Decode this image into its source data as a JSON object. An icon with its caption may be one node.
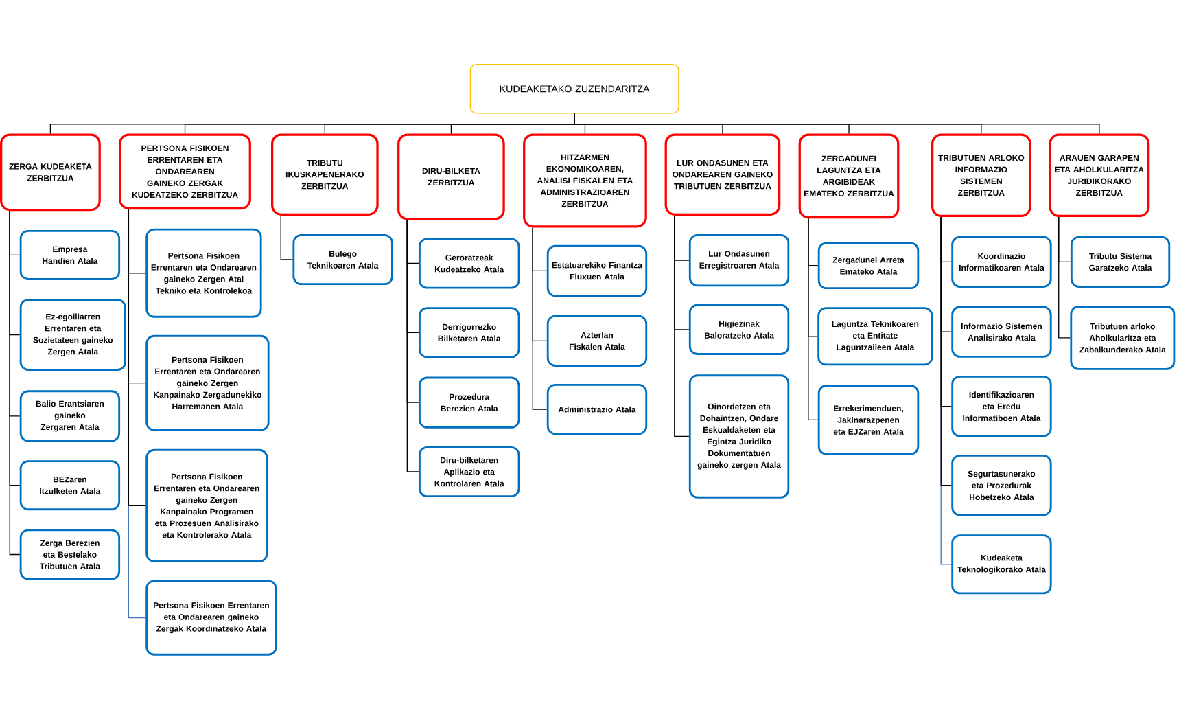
{
  "diagram": {
    "nodes": [
      {
        "text": [
          "KUDEAKETAKO ZUZENDARITZA"
        ]
      },
      {
        "text": [
          "ZERGA KUDEAKETA ZERBITZUA"
        ]
      },
      {
        "text": [
          "PERTSONA FISIKOEN ERRENTAREN ETA ONDAREAREN GAINEKO ZERGAK KUDEATZEKO ZERBITZUA"
        ]
      },
      {
        "text": [
          "TRIBUTU IKUSKAPENERAKO ZERBITZUA"
        ]
      },
      {
        "text": [
          "DIRU-BILKETA ZERBITZUA"
        ]
      },
      {
        "text": [
          "HITZARMEN EKONOMIKOAREN, ANALISI FISKALEN ETA ADMINISTRAZIOAREN ZERBITZUA"
        ]
      },
      {
        "text": [
          "LUR ONDASUNEN ETA ONDAREAREN GAINEKO TRIBUTUEN ZERBITZUA"
        ]
      },
      {
        "text": [
          "ZERGADUNEI LAGUNTZA ETA ARGIBIDEAK EMATEKO ZERBITZUA"
        ]
      },
      {
        "text": [
          "TRIBUTUEN ARLOKO INFORMAZIO SISTEMEN ZERBITZUA"
        ]
      },
      {
        "text": [
          "ARAUEN GARAPEN ETA AHOLKULARITZA JURIDIKORAKO ZERBITZUA"
        ]
      },
      {
        "text": [
          "Empresa Handien Atala"
        ]
      },
      {
        "text": [
          "Ez-egoiliarren Errentaren eta Sozietateen gaineko Zergen Atala"
        ]
      },
      {
        "text": [
          "Balio Erantsiaren gaineko Zergaren Atala"
        ]
      },
      {
        "text": [
          "BEZaren Itzulketen Atala"
        ]
      },
      {
        "text": [
          "Zerga Berezien eta Bestelako Tributuen Atala"
        ]
      },
      {
        "text": [
          "Pertsona Fisikoen Errentaren eta Ondarearen gaineko Zergen Atal Tekniko eta Kontrolekoa"
        ]
      },
      {
        "text": [
          "Pertsona Fisikoen Errentaren eta Ondarearen gaineko Zergen Kanpainako Zergadunekiko Harremanen Atala"
        ]
      },
      {
        "text": [
          "Pertsona Fisikoen Errentaren eta Ondarearen gaineko Zergen Kanpainako Programen eta Prozesuen Analisirako eta Kontrolerako Atala"
        ]
      },
      {
        "text": [
          "Pertsona Fisikoen Errentaren eta Ondarearen gaineko Zergak Koordinatzeko Atala"
        ]
      },
      {
        "text": [
          "Bulego Teknikoaren Atala"
        ]
      },
      {
        "text": [
          "Geroratzeak Kudeatzeko Atala"
        ]
      },
      {
        "text": [
          "Derrigorrezko Bilketaren Atala"
        ]
      },
      {
        "text": [
          "Prozedura Berezien Atala"
        ]
      },
      {
        "text": [
          "Diru-bilketaren Aplikazio eta Kontrolaren Atala"
        ]
      },
      {
        "text": [
          "Estatuarekiko Finantza Fluxuen Atala"
        ]
      },
      {
        "text": [
          "Azterlan Fiskalen Atala"
        ]
      },
      {
        "text": [
          "Administrazio Atala"
        ]
      },
      {
        "text": [
          "Lur Ondasunen Erregistroaren Atala"
        ]
      },
      {
        "text": [
          "Higiezinak Baloratzeko Atala"
        ]
      },
      {
        "text": [
          "Oinordetzen eta Dohaintzen, Ondare Eskualdaketen eta Egintza Juridiko Dokumentatuen gaineko zergen Atala"
        ]
      },
      {
        "text": [
          "Zergadunei Arreta Emateko Atala"
        ]
      },
      {
        "text": [
          "Laguntza Teknikoaren eta Entitate Laguntzaileen Atala"
        ]
      },
      {
        "text": [
          "Errekerimenduen, Jakinarazpenen eta EJZaren Atala"
        ]
      },
      {
        "text": [
          "Koordinazio Informatikoaren Atala"
        ]
      },
      {
        "text": [
          "Informazio Sistemen Analisirako Atala"
        ]
      },
      {
        "text": [
          "Identifikazioaren eta Eredu Informatiboen Atala"
        ]
      },
      {
        "text": [
          "Segurtasunerako eta Prozedurak Hobetzeko Atala"
        ]
      },
      {
        "text": [
          "Kudeaketa Teknologikorako Atala"
        ]
      },
      {
        "text": [
          "Tributu Sistema Garatzeko Atala"
        ]
      },
      {
        "text": [
          "Tributuen arloko Aholkularitza eta Zabalkunderako Atala"
        ]
      }
    ],
    "edges": [
      {
        "from": 0,
        "to": 1,
        "arrow": "none"
      },
      {
        "from": 0,
        "to": 2,
        "arrow": "none"
      },
      {
        "from": 0,
        "to": 3,
        "arrow": "none"
      },
      {
        "from": 0,
        "to": 4,
        "arrow": "none"
      },
      {
        "from": 0,
        "to": 5,
        "arrow": "none"
      },
      {
        "from": 0,
        "to": 6,
        "arrow": "none"
      },
      {
        "from": 0,
        "to": 7,
        "arrow": "none"
      },
      {
        "from": 0,
        "to": 8,
        "arrow": "none"
      },
      {
        "from": 0,
        "to": 9,
        "arrow": "none"
      },
      {
        "from": 1,
        "to": 10,
        "arrow": "none"
      },
      {
        "from": 1,
        "to": 11,
        "arrow": "none"
      },
      {
        "from": 1,
        "to": 12,
        "arrow": "none"
      },
      {
        "from": 1,
        "to": 13,
        "arrow": "none"
      },
      {
        "from": 1,
        "to": 14,
        "arrow": "none"
      },
      {
        "from": 2,
        "to": 15,
        "arrow": "none"
      },
      {
        "from": 2,
        "to": 16,
        "arrow": "none"
      },
      {
        "from": 2,
        "to": 17,
        "arrow": "none"
      },
      {
        "from": 2,
        "to": 18,
        "arrow": "none",
        "color": "#4472c4"
      },
      {
        "from": 3,
        "to": 19,
        "arrow": "none"
      },
      {
        "from": 4,
        "to": 20,
        "arrow": "none"
      },
      {
        "from": 4,
        "to": 21,
        "arrow": "none"
      },
      {
        "from": 4,
        "to": 22,
        "arrow": "none"
      },
      {
        "from": 4,
        "to": 23,
        "arrow": "none"
      },
      {
        "from": 5,
        "to": 24,
        "arrow": "none"
      },
      {
        "from": 5,
        "to": 25,
        "arrow": "none"
      },
      {
        "from": 5,
        "to": 26,
        "arrow": "none"
      },
      {
        "from": 6,
        "to": 27,
        "arrow": "none"
      },
      {
        "from": 6,
        "to": 28,
        "arrow": "none"
      },
      {
        "from": 6,
        "to": 29,
        "arrow": "none"
      },
      {
        "from": 7,
        "to": 30,
        "arrow": "none"
      },
      {
        "from": 7,
        "to": 31,
        "arrow": "none"
      },
      {
        "from": 7,
        "to": 32,
        "arrow": "none"
      },
      {
        "from": 8,
        "to": 33,
        "arrow": "none"
      },
      {
        "from": 8,
        "to": 34,
        "arrow": "none"
      },
      {
        "from": 8,
        "to": 35,
        "arrow": "none"
      },
      {
        "from": 8,
        "to": 36,
        "arrow": "none"
      },
      {
        "from": 8,
        "to": 37,
        "arrow": "none",
        "color": "#4472c4"
      },
      {
        "from": 9,
        "to": 38,
        "arrow": "none"
      },
      {
        "from": 9,
        "to": 39,
        "arrow": "none"
      }
    ]
  }
}
